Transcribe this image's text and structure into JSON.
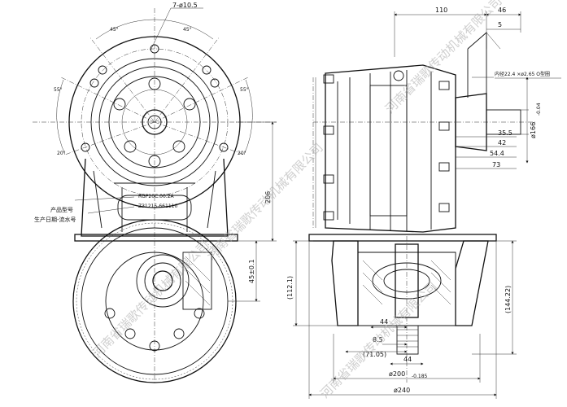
{
  "front_view": {
    "hole_spec": "7-ø10.5",
    "angles": {
      "top_left": "45°",
      "top_right": "45°",
      "left_mid": "55°",
      "right_mid": "55°",
      "left_low": "20°",
      "right_low": "20°"
    },
    "part_number": "RGP20C.00.2A",
    "serial_number": "Z31215-661110",
    "label_model": "产品型号",
    "label_date_serial": "生产日期-流水号",
    "dim_height": "206",
    "dim_offset": "45±0.1"
  },
  "side_view": {
    "dim_110": "110",
    "dim_46": "46",
    "dim_5": "5",
    "oring_note": "内径22.4 ×ø2.65 O型圈",
    "dim_shaft": "ø166",
    "dim_shaft_tol": "-0.04",
    "dim_35_5": "35.5",
    "dim_42": "42",
    "dim_54_4": "54.4",
    "dim_73": "73",
    "dim_112_1": "(112.1)",
    "dim_144_22": "(144.22)",
    "dim_44_a": "44",
    "dim_8_5": "8.5",
    "dim_71_05": "(71.05)",
    "dim_44_b": "44",
    "dim_200": "ø200",
    "dim_200_tol": "-0.185",
    "dim_240": "ø240"
  },
  "watermark": "河南省瑞歌传动机械有限公司"
}
